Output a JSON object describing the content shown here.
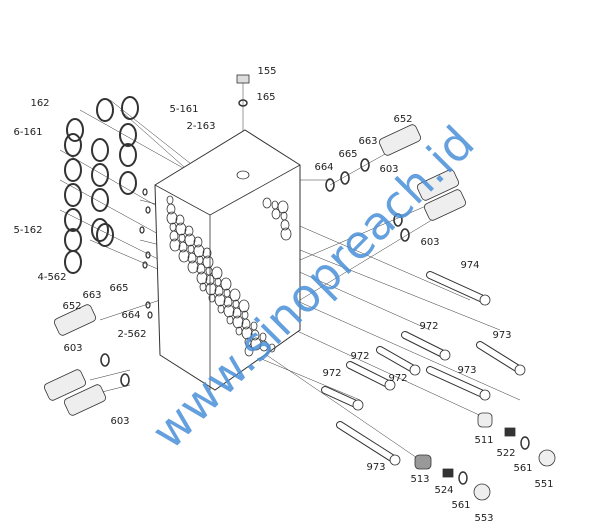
{
  "diagram": {
    "labels": [
      "155",
      "165",
      "162",
      "5-161",
      "2-163",
      "6-161",
      "5-162",
      "4-562",
      "652",
      "663",
      "665",
      "664",
      "2-562",
      "603",
      "603",
      "652",
      "663",
      "665",
      "664",
      "603",
      "603",
      "974",
      "972",
      "973",
      "972",
      "972",
      "972",
      "973",
      "973",
      "511",
      "522",
      "561",
      "551",
      "513",
      "524",
      "561",
      "553"
    ],
    "watermark": "www.sinopreach.id"
  }
}
